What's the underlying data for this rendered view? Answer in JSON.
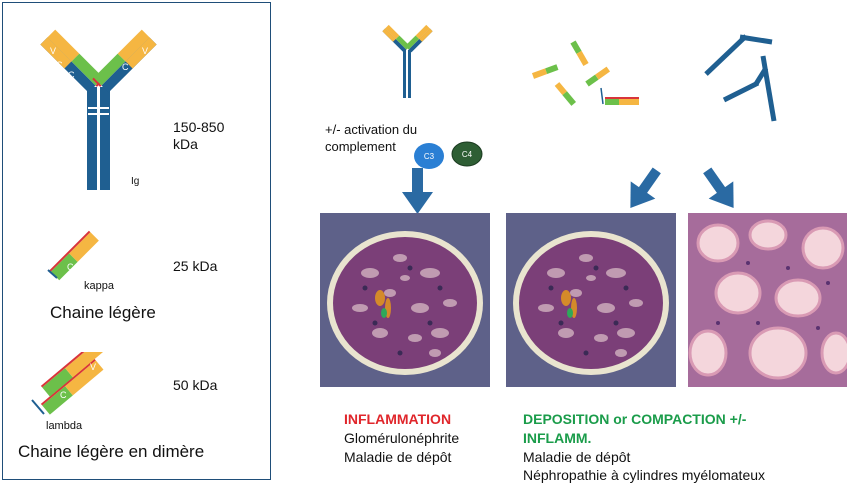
{
  "left_panel": {
    "ig": {
      "mass": "150-850",
      "unit": "kDa",
      "label": "Ig"
    },
    "kappa": {
      "label": "kappa",
      "mass": "25 kDa",
      "caption": "Chaine légère"
    },
    "lambda": {
      "label": "lambda",
      "mass": "50 kDa",
      "caption": "Chaine légère en dimère"
    }
  },
  "domain_letters": {
    "variable": "V",
    "constant": "C"
  },
  "complement": {
    "text_line1": "+/- activation du",
    "text_line2": "complement",
    "c3": "C3",
    "c4": "C4"
  },
  "outcomes": {
    "inflammation": {
      "title": "INFLAMMATION",
      "items": [
        "Glomérulonéphrite",
        "Maladie de dépôt"
      ]
    },
    "deposition": {
      "title_line1": "DEPOSITION or COMPACTION +/-",
      "title_line2": "INFLAMM.",
      "items": [
        "Maladie de dépôt",
        "Néphropathie à cylindres myélomateux"
      ]
    }
  },
  "colors": {
    "heavy_chain": "#1f5f91",
    "variable_domain": "#f5b642",
    "constant_domain": "#6cc04a",
    "hinge_red": "#d9343a",
    "panel_border": "#1f4e79",
    "arrow": "#2a6aa3",
    "inflammation_red": "#e0262b",
    "deposition_green": "#1a9c4a",
    "c3_blue": "#2a7fd4",
    "c4_green": "#2e5e34"
  }
}
